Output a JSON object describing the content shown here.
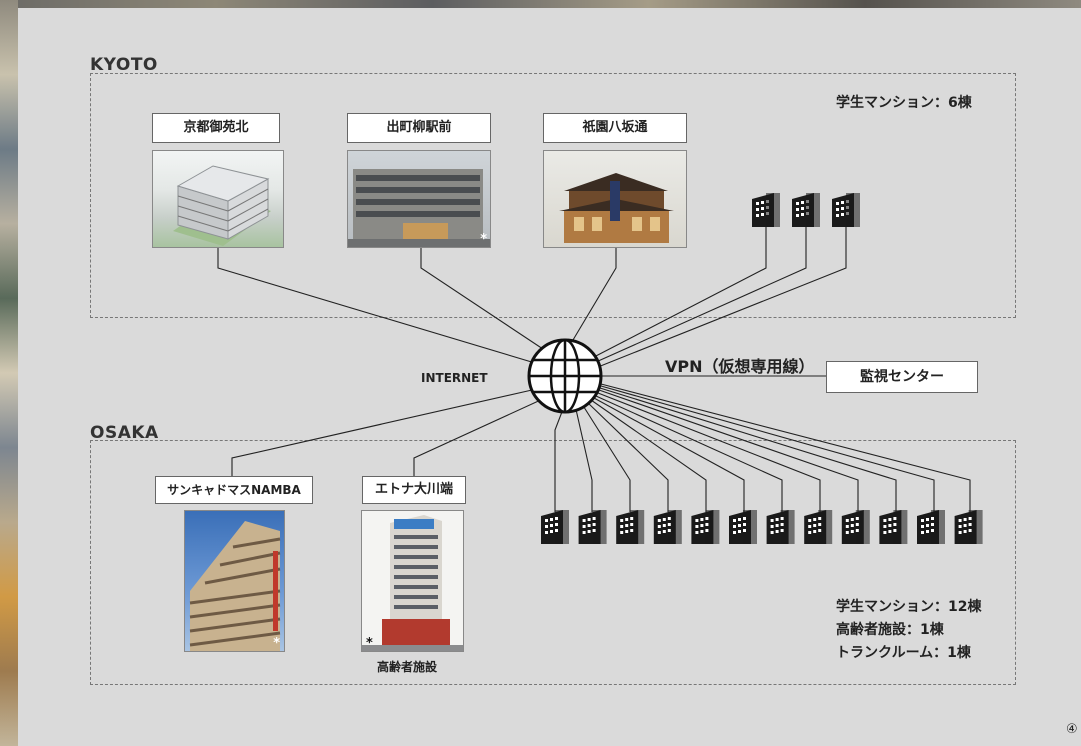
{
  "regions": {
    "kyoto": {
      "title": "KYOTO",
      "summary": [
        "学生マンション：6棟"
      ],
      "properties": [
        {
          "name": "京都御苑北"
        },
        {
          "name": "出町柳駅前",
          "asterisk": "*"
        },
        {
          "name": "祇園八坂通"
        }
      ],
      "building_icon_count": 3
    },
    "osaka": {
      "title": "OSAKA",
      "summary": [
        "学生マンション：12棟",
        "高齢者施設：1棟",
        "トランクルーム：1棟"
      ],
      "properties": [
        {
          "name": "サンキャドマスNAMBA",
          "asterisk": "*"
        },
        {
          "name": "エトナ大川端",
          "asterisk": "*",
          "caption": "高齢者施設"
        }
      ],
      "building_icon_count": 12
    }
  },
  "hub": {
    "label": "INTERNET",
    "icon": "globe-icon"
  },
  "vpn": {
    "label": "VPN（仮想専用線）",
    "target": "監視センター"
  },
  "page_number": "④",
  "colors": {
    "background": "#dadada",
    "line": "#222222",
    "building_icon": "#1a1a1a"
  }
}
